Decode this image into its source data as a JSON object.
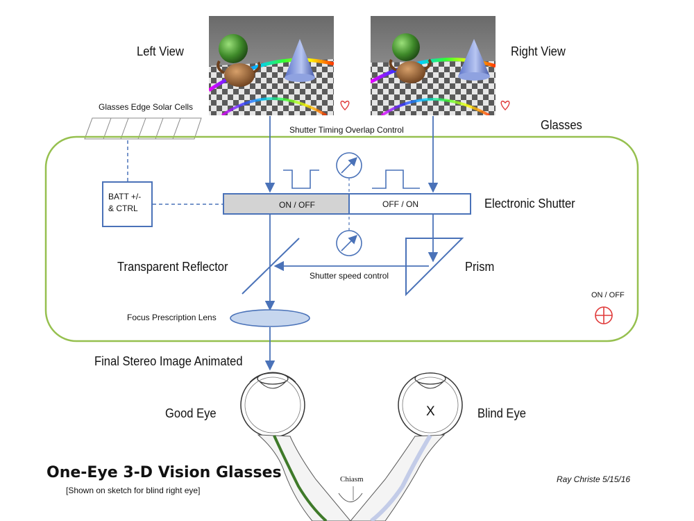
{
  "views": {
    "left_label": "Left View",
    "right_label": "Right View"
  },
  "glasses_label": "Glasses",
  "solar_label": "Glasses Edge Solar Cells",
  "timing_label": "Shutter Timing Overlap Control",
  "battery": {
    "line1": "BATT +/-",
    "line2": "& CTRL"
  },
  "shutter": {
    "left_label": "ON / OFF",
    "right_label": "OFF / ON",
    "title": "Electronic Shutter"
  },
  "reflector_label": "Transparent Reflector",
  "prism_label": "Prism",
  "speed_label": "Shutter speed control",
  "switch_label": "ON / OFF",
  "lens_label": "Focus Prescription Lens",
  "final_label": "Final Stereo Image Animated",
  "good_eye_label": "Good Eye",
  "blind_eye_label": "Blind Eye",
  "blind_mark": "X",
  "chiasm_label": "Chiasm",
  "footer": {
    "title": "One-Eye 3-D Vision Glasses",
    "subtitle": "[Shown on sketch for blind right eye]",
    "credit": "Ray Christe 5/15/16"
  },
  "colors": {
    "flow_blue": "#4a72b8",
    "frame_green": "#96c04f",
    "heart_red": "#e03a3a",
    "lens_fill": "#c6d6ee",
    "shutter_on_fill": "#d3d3d3",
    "good_nerve": "#3f7a2a",
    "blind_nerve": "#c3cce8"
  }
}
